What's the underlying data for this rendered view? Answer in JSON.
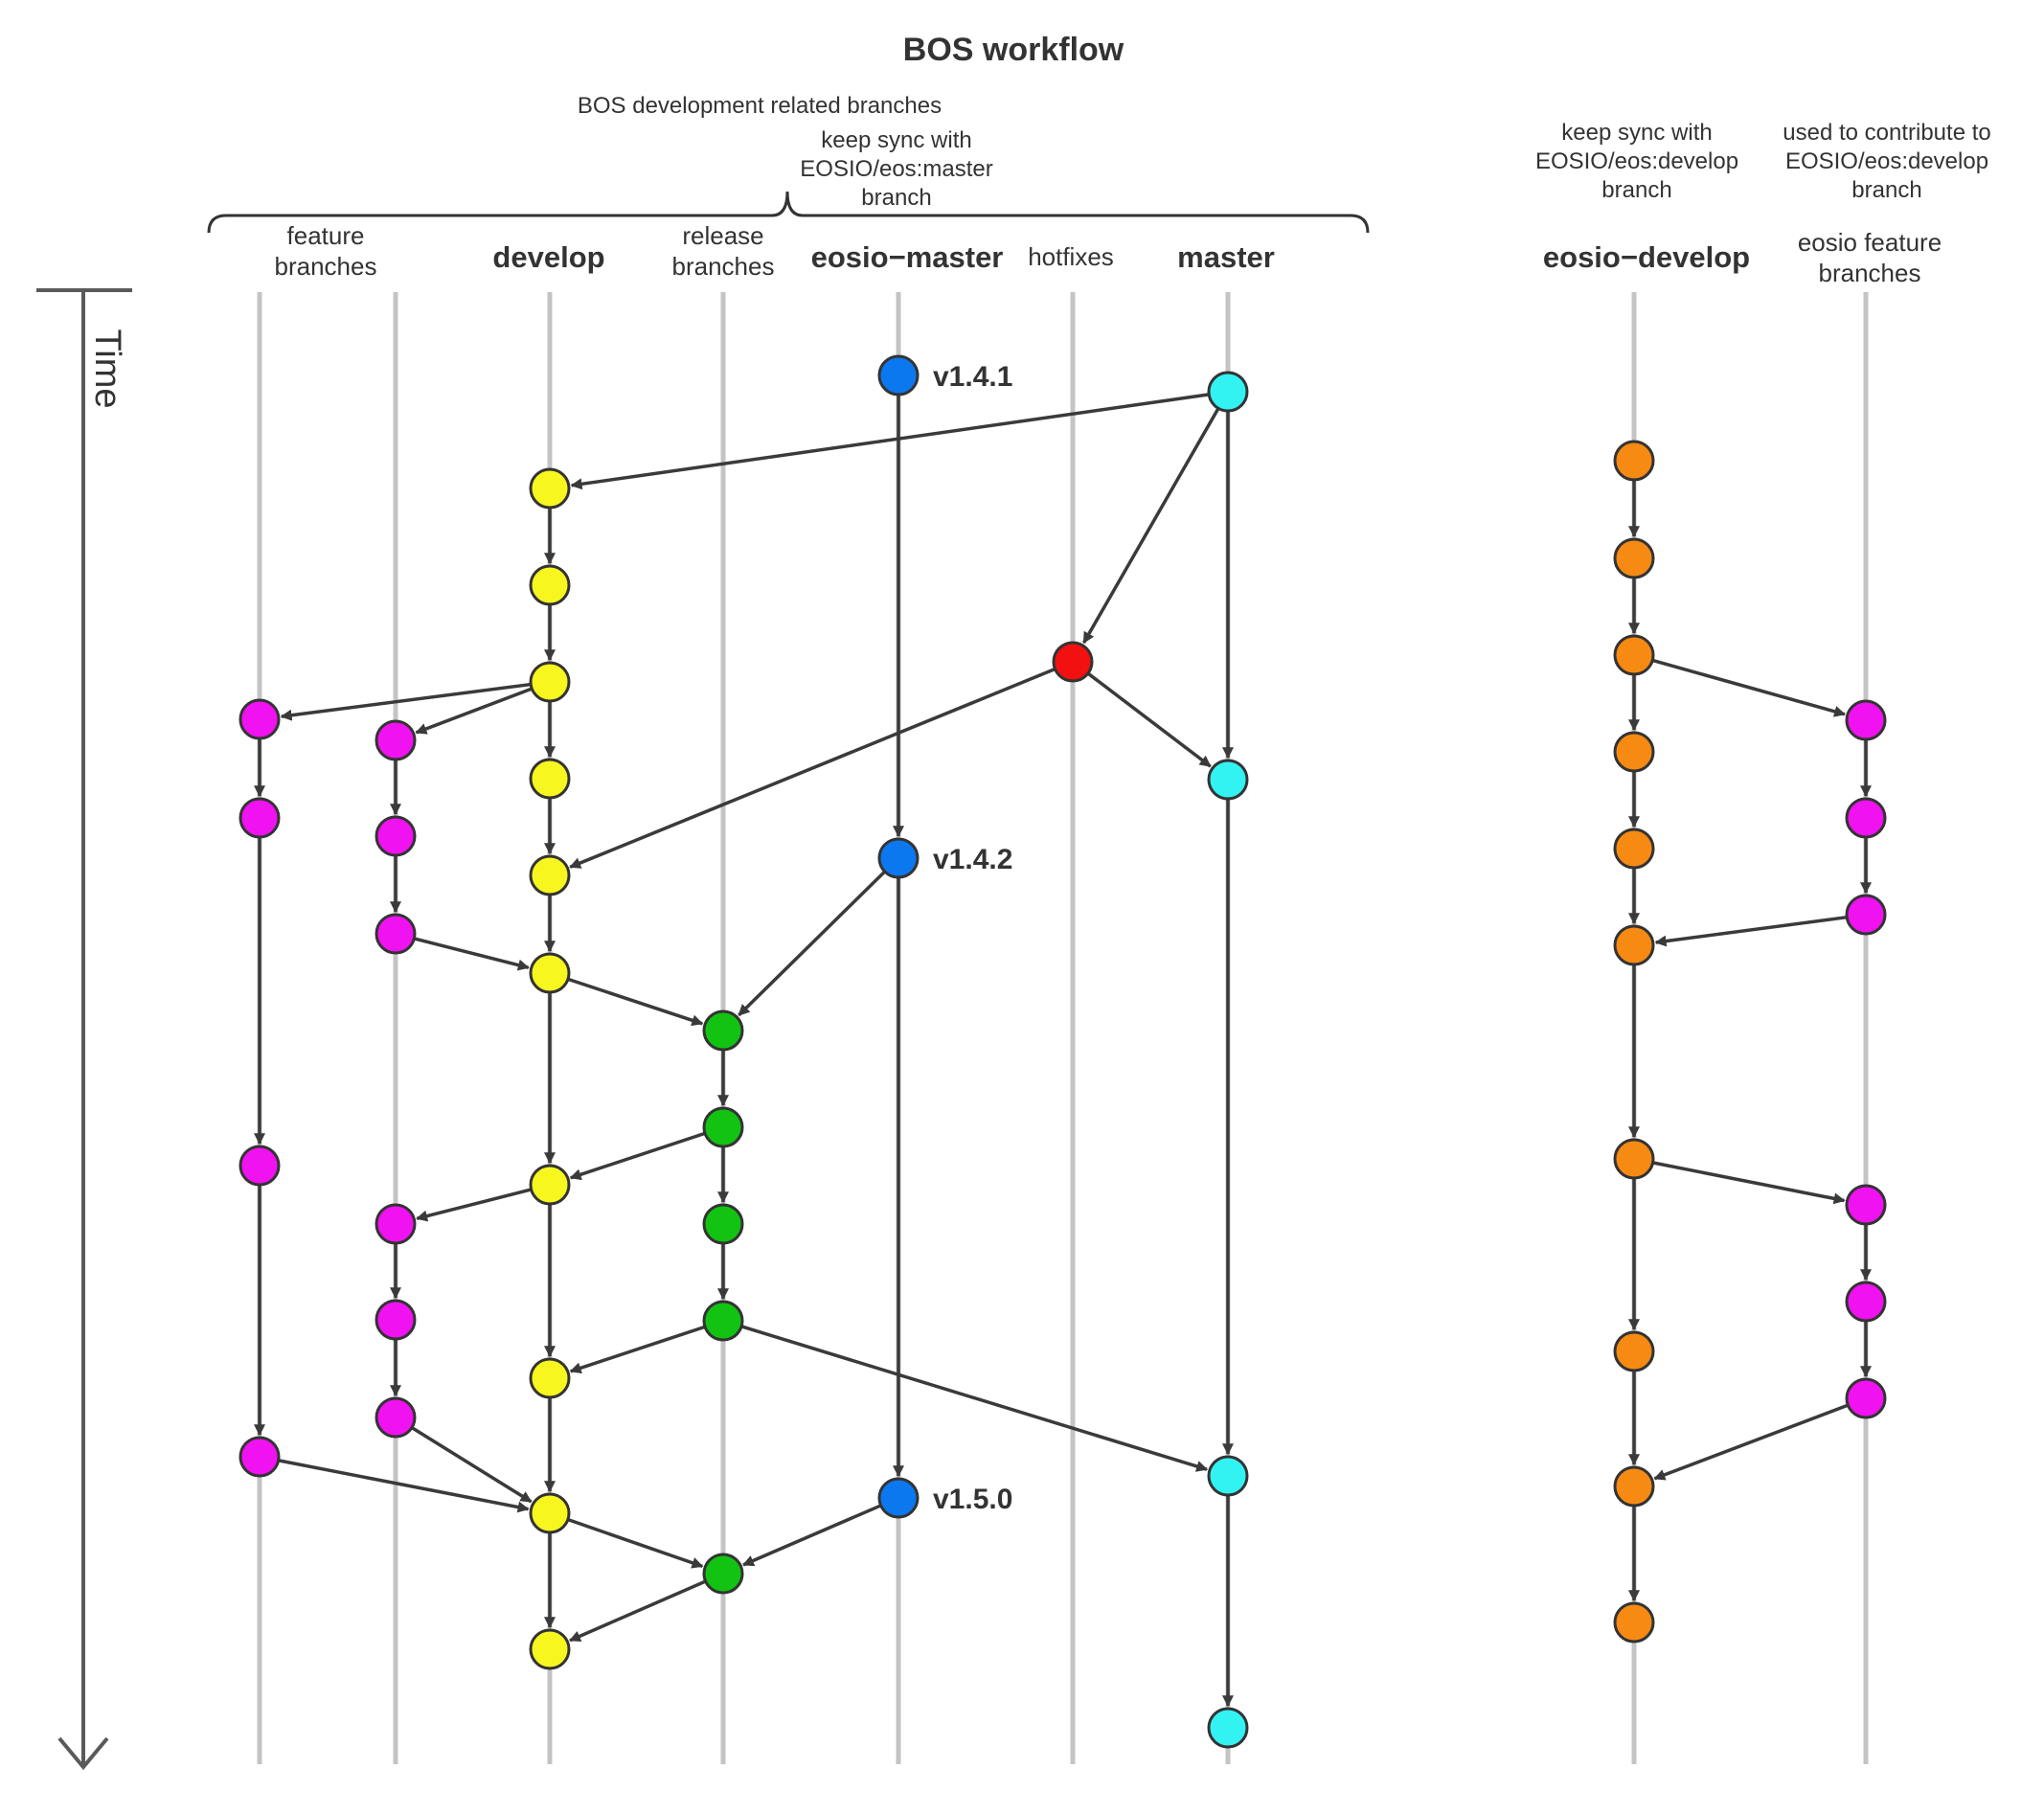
{
  "title": "BOS workflow",
  "group": {
    "label": "BOS development related branches",
    "sync_note": [
      "keep sync with",
      "EOSIO/eos:master",
      "branch"
    ]
  },
  "time_label": "Time",
  "lanes": [
    {
      "id": "feature-a",
      "label": [],
      "bold": false
    },
    {
      "id": "feature-b",
      "label": [],
      "bold": false
    },
    {
      "id": "develop",
      "label": [
        "develop"
      ],
      "bold": true
    },
    {
      "id": "release",
      "label": [
        "release",
        "branches"
      ],
      "bold": false
    },
    {
      "id": "eosio-master",
      "label": [
        "eosio−master"
      ],
      "bold": true
    },
    {
      "id": "hotfixes",
      "label": [
        "hotfixes"
      ],
      "bold": false
    },
    {
      "id": "master",
      "label": [
        "master"
      ],
      "bold": true
    },
    {
      "id": "eosio-develop",
      "label": [
        "eosio−develop"
      ],
      "bold": true,
      "note": [
        "keep sync with",
        "EOSIO/eos:develop",
        "branch"
      ]
    },
    {
      "id": "eosio-feature",
      "label": [
        "eosio feature",
        "branches"
      ],
      "bold": false,
      "note": [
        "used to contribute to",
        "EOSIO/eos:develop",
        "branch"
      ]
    }
  ],
  "feature_label": [
    "feature",
    "branches"
  ],
  "colors": {
    "develop": "#f7f71f",
    "feature": "#f012f0",
    "release": "#12c312",
    "eosio_master": "#0b78f0",
    "hotfix": "#f21010",
    "master": "#33f2f2",
    "eosio_develop": "#f78a12",
    "lane": "#c4c4c4",
    "edge": "#3a3a3a",
    "node_stroke": "#333333"
  },
  "nodes": [
    {
      "id": "em1",
      "lane": "eosio-master",
      "color": "eosio_master",
      "tag": "v1.4.1"
    },
    {
      "id": "em2",
      "lane": "eosio-master",
      "color": "eosio_master",
      "tag": "v1.4.2"
    },
    {
      "id": "em3",
      "lane": "eosio-master",
      "color": "eosio_master",
      "tag": "v1.5.0"
    },
    {
      "id": "m1",
      "lane": "master",
      "color": "master"
    },
    {
      "id": "m2",
      "lane": "master",
      "color": "master"
    },
    {
      "id": "m3",
      "lane": "master",
      "color": "master"
    },
    {
      "id": "m4",
      "lane": "master",
      "color": "master"
    },
    {
      "id": "h1",
      "lane": "hotfixes",
      "color": "hotfix"
    },
    {
      "id": "d1",
      "lane": "develop",
      "color": "develop"
    },
    {
      "id": "d2",
      "lane": "develop",
      "color": "develop"
    },
    {
      "id": "d3",
      "lane": "develop",
      "color": "develop"
    },
    {
      "id": "d4",
      "lane": "develop",
      "color": "develop"
    },
    {
      "id": "d5",
      "lane": "develop",
      "color": "develop"
    },
    {
      "id": "d6",
      "lane": "develop",
      "color": "develop"
    },
    {
      "id": "d7",
      "lane": "develop",
      "color": "develop"
    },
    {
      "id": "d8",
      "lane": "develop",
      "color": "develop"
    },
    {
      "id": "d9",
      "lane": "develop",
      "color": "develop"
    },
    {
      "id": "d10",
      "lane": "develop",
      "color": "develop"
    },
    {
      "id": "fa1",
      "lane": "feature-a",
      "color": "feature"
    },
    {
      "id": "fa2",
      "lane": "feature-a",
      "color": "feature"
    },
    {
      "id": "fa3",
      "lane": "feature-a",
      "color": "feature"
    },
    {
      "id": "fa4",
      "lane": "feature-a",
      "color": "feature"
    },
    {
      "id": "fb1",
      "lane": "feature-b",
      "color": "feature"
    },
    {
      "id": "fb2",
      "lane": "feature-b",
      "color": "feature"
    },
    {
      "id": "fb3",
      "lane": "feature-b",
      "color": "feature"
    },
    {
      "id": "fb4",
      "lane": "feature-b",
      "color": "feature"
    },
    {
      "id": "fb5",
      "lane": "feature-b",
      "color": "feature"
    },
    {
      "id": "fb6",
      "lane": "feature-b",
      "color": "feature"
    },
    {
      "id": "r1",
      "lane": "release",
      "color": "release"
    },
    {
      "id": "r2",
      "lane": "release",
      "color": "release"
    },
    {
      "id": "r3",
      "lane": "release",
      "color": "release"
    },
    {
      "id": "r4",
      "lane": "release",
      "color": "release"
    },
    {
      "id": "r5",
      "lane": "release",
      "color": "release"
    },
    {
      "id": "ed1",
      "lane": "eosio-develop",
      "color": "eosio_develop"
    },
    {
      "id": "ed2",
      "lane": "eosio-develop",
      "color": "eosio_develop"
    },
    {
      "id": "ed3",
      "lane": "eosio-develop",
      "color": "eosio_develop"
    },
    {
      "id": "ed4",
      "lane": "eosio-develop",
      "color": "eosio_develop"
    },
    {
      "id": "ed5",
      "lane": "eosio-develop",
      "color": "eosio_develop"
    },
    {
      "id": "ed6",
      "lane": "eosio-develop",
      "color": "eosio_develop"
    },
    {
      "id": "ed7",
      "lane": "eosio-develop",
      "color": "eosio_develop"
    },
    {
      "id": "ed8",
      "lane": "eosio-develop",
      "color": "eosio_develop"
    },
    {
      "id": "ed9",
      "lane": "eosio-develop",
      "color": "eosio_develop"
    },
    {
      "id": "ed10",
      "lane": "eosio-develop",
      "color": "eosio_develop"
    },
    {
      "id": "ef1",
      "lane": "eosio-feature",
      "color": "feature"
    },
    {
      "id": "ef2",
      "lane": "eosio-feature",
      "color": "feature"
    },
    {
      "id": "ef3",
      "lane": "eosio-feature",
      "color": "feature"
    },
    {
      "id": "ef4",
      "lane": "eosio-feature",
      "color": "feature"
    },
    {
      "id": "ef5",
      "lane": "eosio-feature",
      "color": "feature"
    },
    {
      "id": "ef6",
      "lane": "eosio-feature",
      "color": "feature"
    }
  ],
  "edges": [
    [
      "em1",
      "em2"
    ],
    [
      "em2",
      "em3"
    ],
    [
      "m1",
      "m2"
    ],
    [
      "m2",
      "m3"
    ],
    [
      "m3",
      "m4"
    ],
    [
      "m1",
      "d1"
    ],
    [
      "m1",
      "h1"
    ],
    [
      "h1",
      "m2"
    ],
    [
      "h1",
      "d5"
    ],
    [
      "d1",
      "d2"
    ],
    [
      "d2",
      "d3"
    ],
    [
      "d3",
      "d4"
    ],
    [
      "d4",
      "d5"
    ],
    [
      "d5",
      "d6"
    ],
    [
      "d6",
      "d7"
    ],
    [
      "d7",
      "d8"
    ],
    [
      "d8",
      "d9"
    ],
    [
      "d9",
      "d10"
    ],
    [
      "d3",
      "fa1"
    ],
    [
      "d3",
      "fb1"
    ],
    [
      "fa1",
      "fa2"
    ],
    [
      "fa2",
      "fa3"
    ],
    [
      "fa3",
      "fa4"
    ],
    [
      "fa4",
      "d9"
    ],
    [
      "fb1",
      "fb2"
    ],
    [
      "fb2",
      "fb3"
    ],
    [
      "fb3",
      "d6"
    ],
    [
      "d7",
      "fb4"
    ],
    [
      "fb4",
      "fb5"
    ],
    [
      "fb5",
      "fb6"
    ],
    [
      "fb6",
      "d9"
    ],
    [
      "d6",
      "r1"
    ],
    [
      "em2",
      "r1"
    ],
    [
      "r1",
      "r2"
    ],
    [
      "r2",
      "r3"
    ],
    [
      "r3",
      "r4"
    ],
    [
      "r2",
      "d7"
    ],
    [
      "r4",
      "d8"
    ],
    [
      "r4",
      "m3"
    ],
    [
      "d9",
      "r5"
    ],
    [
      "em3",
      "r5"
    ],
    [
      "r5",
      "d10"
    ],
    [
      "ed1",
      "ed2"
    ],
    [
      "ed2",
      "ed3"
    ],
    [
      "ed3",
      "ed4"
    ],
    [
      "ed4",
      "ed5"
    ],
    [
      "ed5",
      "ed6"
    ],
    [
      "ed6",
      "ed7"
    ],
    [
      "ed7",
      "ed8"
    ],
    [
      "ed8",
      "ed9"
    ],
    [
      "ed9",
      "ed10"
    ],
    [
      "ed3",
      "ef1"
    ],
    [
      "ef1",
      "ef2"
    ],
    [
      "ef2",
      "ef3"
    ],
    [
      "ef3",
      "ed6"
    ],
    [
      "ed7",
      "ef4"
    ],
    [
      "ef4",
      "ef5"
    ],
    [
      "ef5",
      "ef6"
    ],
    [
      "ef6",
      "ed9"
    ]
  ]
}
